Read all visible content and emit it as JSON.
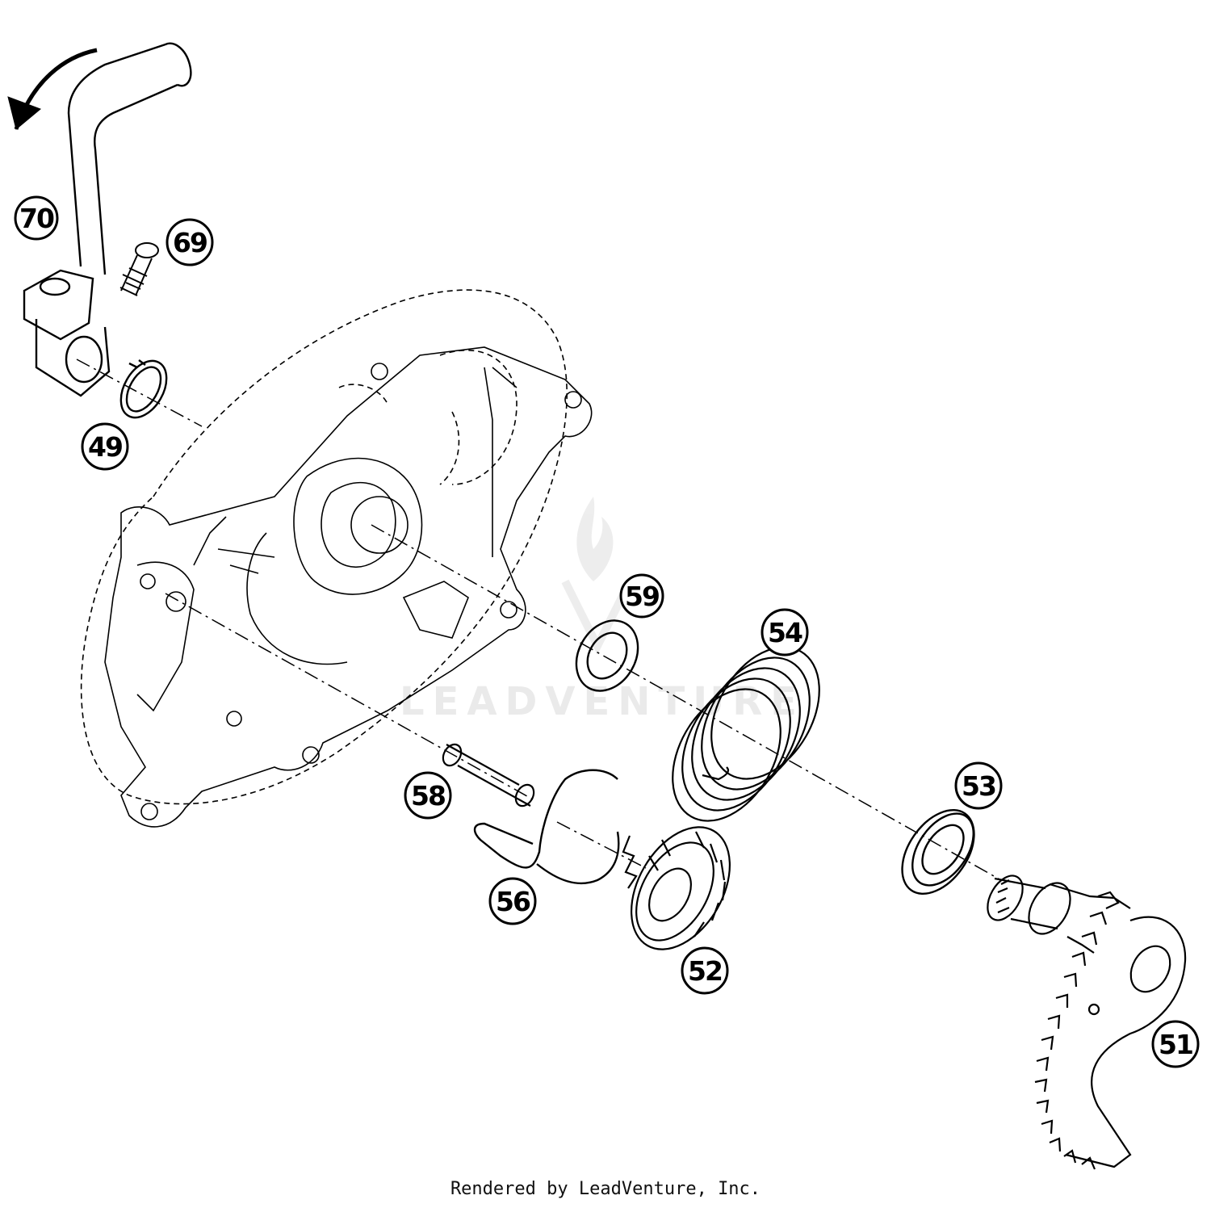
{
  "callouts": [
    {
      "id": "70",
      "label": "70"
    },
    {
      "id": "69",
      "label": "69"
    },
    {
      "id": "49",
      "label": "49"
    },
    {
      "id": "59",
      "label": "59"
    },
    {
      "id": "54",
      "label": "54"
    },
    {
      "id": "58",
      "label": "58"
    },
    {
      "id": "53",
      "label": "53"
    },
    {
      "id": "56",
      "label": "56"
    },
    {
      "id": "52",
      "label": "52"
    },
    {
      "id": "51",
      "label": "51"
    }
  ],
  "watermark": {
    "text": "LEADVENTURE"
  },
  "footer": {
    "text": "Rendered by LeadVenture, Inc."
  }
}
